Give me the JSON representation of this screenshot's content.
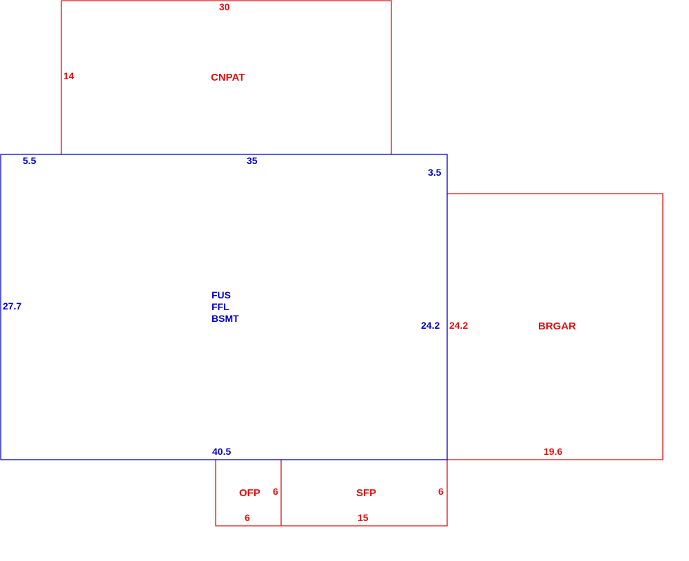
{
  "colors": {
    "main_structure": "#0000cc",
    "addition": "#dd1111",
    "background": "#ffffff"
  },
  "areas": {
    "cnpat": {
      "name": "CNPAT",
      "dims": {
        "top": "30",
        "left": "14"
      }
    },
    "main": {
      "names": [
        "FUS",
        "FFL",
        "BSMT"
      ],
      "dims": {
        "top_left": "5.5",
        "top": "35",
        "top_right": "3.5",
        "left": "27.7",
        "right": "24.2",
        "bottom": "40.5"
      }
    },
    "brgar": {
      "name": "BRGAR",
      "dims": {
        "left": "24.2",
        "bottom": "19.6"
      }
    },
    "ofp": {
      "name": "OFP",
      "dims": {
        "right": "6",
        "bottom": "6"
      }
    },
    "sfp": {
      "name": "SFP",
      "dims": {
        "right": "6",
        "bottom": "15"
      }
    }
  }
}
